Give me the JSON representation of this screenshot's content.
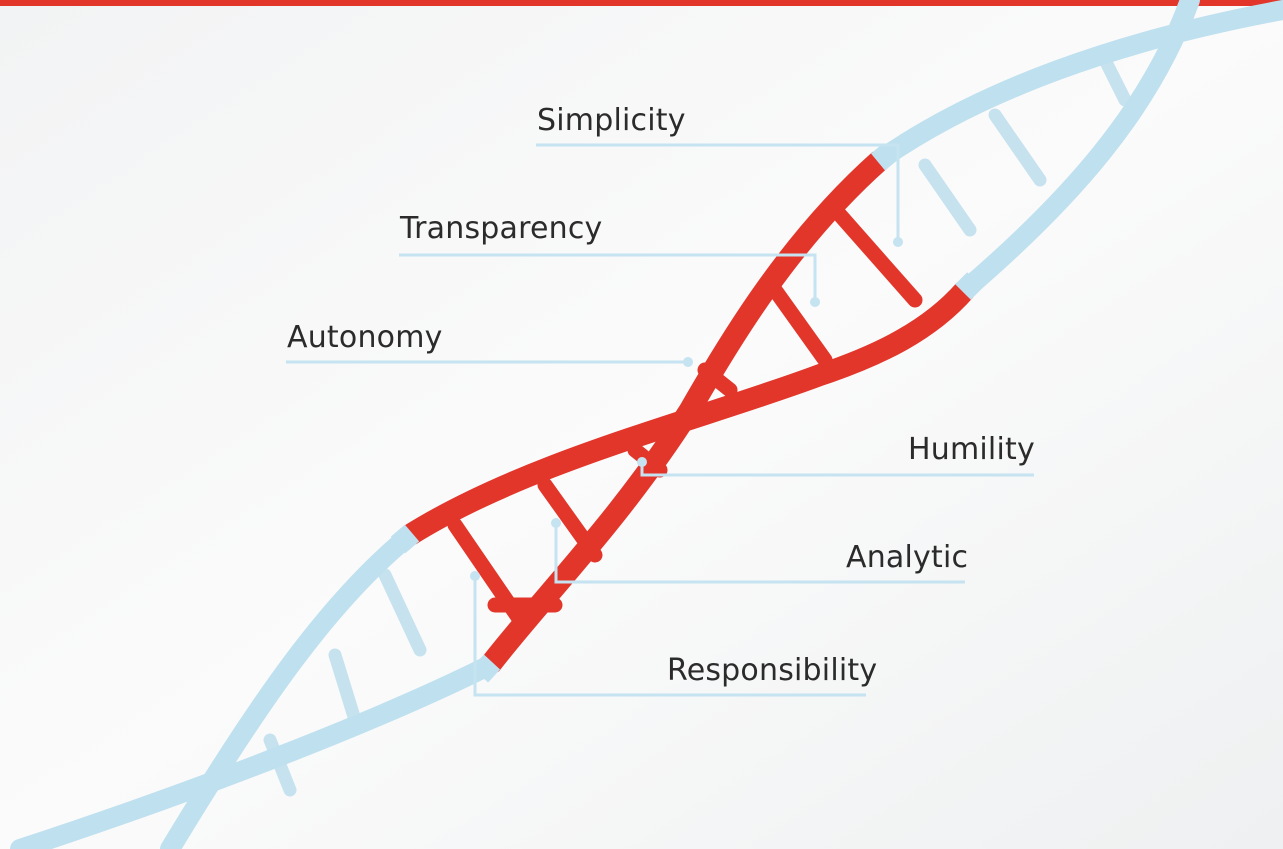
{
  "colors": {
    "accent": "#e2362b",
    "strand_light": "#bfe0ef",
    "leader": "#c5e3f0",
    "text": "#2b2b2b"
  },
  "labels": {
    "simplicity": "Simplicity",
    "transparency": "Transparency",
    "autonomy": "Autonomy",
    "humility": "Humility",
    "analytic": "Analytic",
    "responsibility": "Responsibility"
  }
}
